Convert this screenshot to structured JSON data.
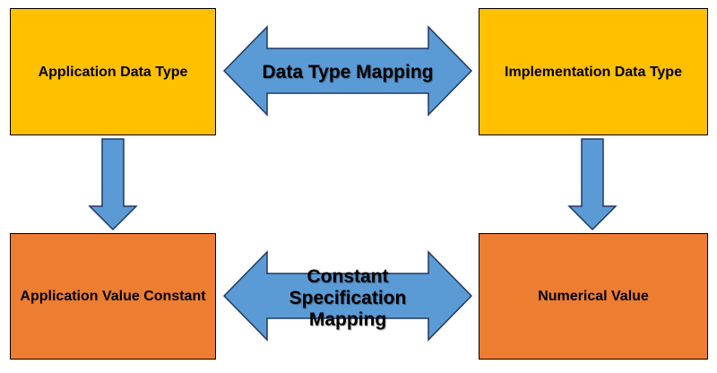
{
  "boxes": {
    "application_data_type": "Application Data Type",
    "implementation_data_type": "Implementation Data Type",
    "application_value_constant": "Application Value Constant",
    "numerical_value": "Numerical Value"
  },
  "arrows": {
    "data_type_mapping": "Data Type Mapping",
    "constant_specification_mapping": "Constant Specification Mapping"
  },
  "colors": {
    "box_top": "#ffc000",
    "box_bottom": "#ed7d31",
    "arrow_fill": "#5b9bd5",
    "arrow_stroke": "#1f3864"
  }
}
